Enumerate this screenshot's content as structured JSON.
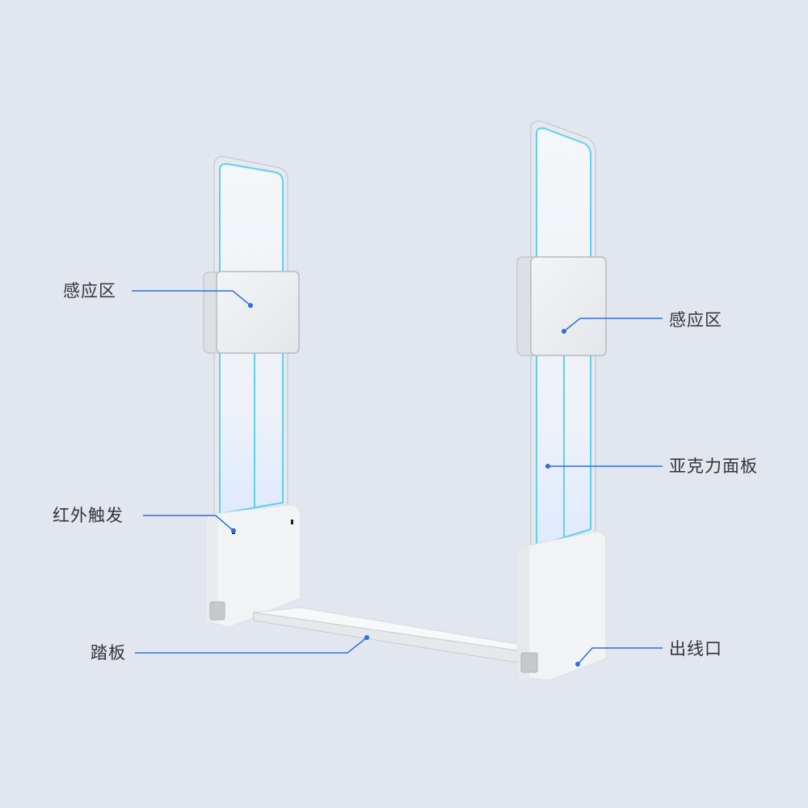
{
  "labels": {
    "sensing_zone_left": "感应区",
    "sensing_zone_right": "感应区",
    "acrylic_panel": "亚克力面板",
    "infrared_trigger": "红外触发",
    "pedal": "踏板",
    "cable_outlet": "出线口"
  },
  "colors": {
    "background": "#e1e6ef",
    "callout": "#2f6fe0",
    "panel_edge": "#5fd0f2",
    "label_text": "#333333"
  }
}
